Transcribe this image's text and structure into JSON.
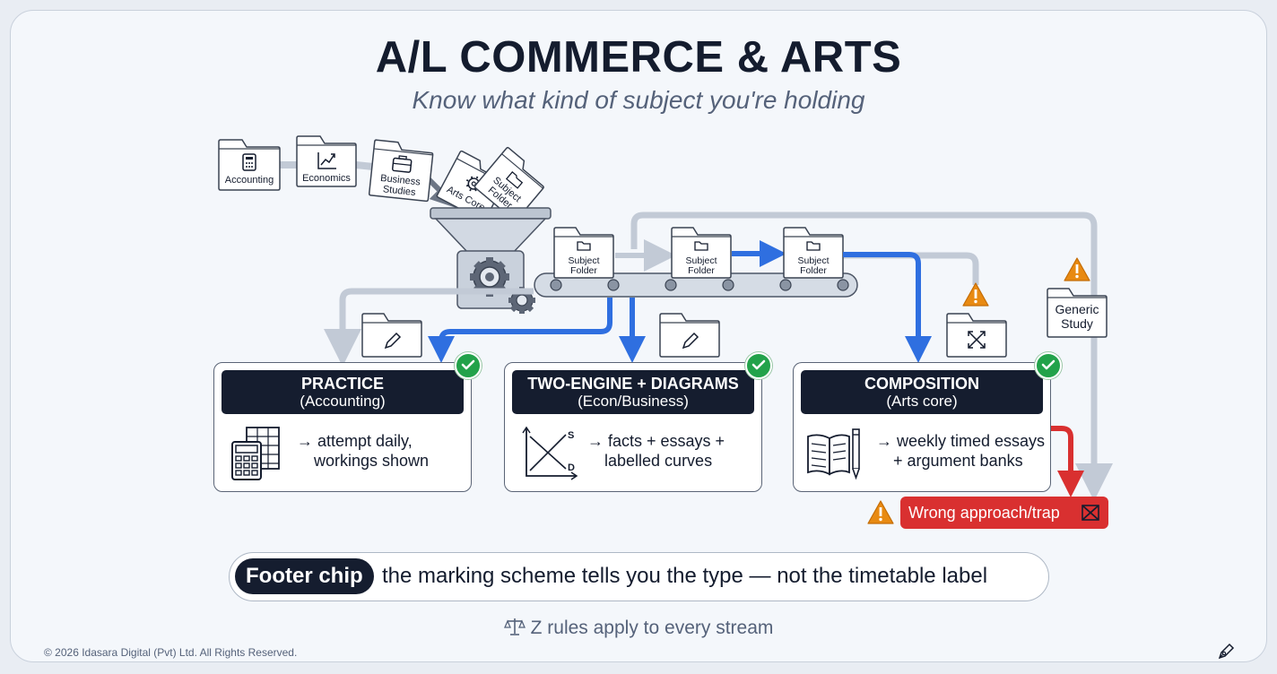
{
  "header": {
    "title": "A/L COMMERCE & ARTS",
    "subtitle": "Know what kind of subject you're holding"
  },
  "input_folders": [
    {
      "label_lines": [
        "Accounting"
      ],
      "icon": "calculator-icon"
    },
    {
      "label_lines": [
        "Economics"
      ],
      "icon": "line-chart-icon"
    },
    {
      "label_lines": [
        "Business",
        "Studies"
      ],
      "icon": "briefcase-icon"
    },
    {
      "label_lines": [
        "Arts Core"
      ],
      "icon": "gear-icon"
    },
    {
      "label_lines": [
        "Subject",
        "Folder"
      ],
      "icon": "folder-icon"
    }
  ],
  "conveyor_folders": [
    {
      "label_lines": [
        "Subject",
        "Folder"
      ]
    },
    {
      "label_lines": [
        "Subject",
        "Folder"
      ]
    },
    {
      "label_lines": [
        "Subject",
        "Folder"
      ]
    }
  ],
  "side_folder": {
    "label_lines": [
      "Generic",
      "Study"
    ]
  },
  "categories": [
    {
      "title": "PRACTICE",
      "subtitle": "(Accounting)",
      "body_lines": [
        "→ attempt daily,",
        "workings shown"
      ],
      "icon": "calculator-sheet-icon"
    },
    {
      "title": "TWO-ENGINE + DIAGRAMS",
      "subtitle": "(Econ/Business)",
      "body_lines": [
        "→ facts + essays +",
        "labelled curves"
      ],
      "icon": "supply-demand-icon",
      "diagram_labels": [
        "S",
        "D"
      ]
    },
    {
      "title": "COMPOSITION",
      "subtitle": "(Arts core)",
      "body_lines": [
        "→ weekly timed essays",
        "+ argument banks"
      ],
      "icon": "book-pen-icon"
    }
  ],
  "trap": {
    "label": "Wrong approach/trap"
  },
  "footer": {
    "chip": "Footer chip",
    "text": "the marking scheme tells you the type — not the timetable label"
  },
  "rules_line": "Z rules apply to every stream",
  "copyright": "© 2026 Idasara Digital (Pvt) Ltd. All Rights Reserved.",
  "colors": {
    "navy": "#151d2f",
    "blue_arrow": "#2f6fe0",
    "gray_arrow": "#c2cad6",
    "check_green": "#22a24a",
    "warning_orange": "#e88a12",
    "trap_red": "#d93030"
  }
}
